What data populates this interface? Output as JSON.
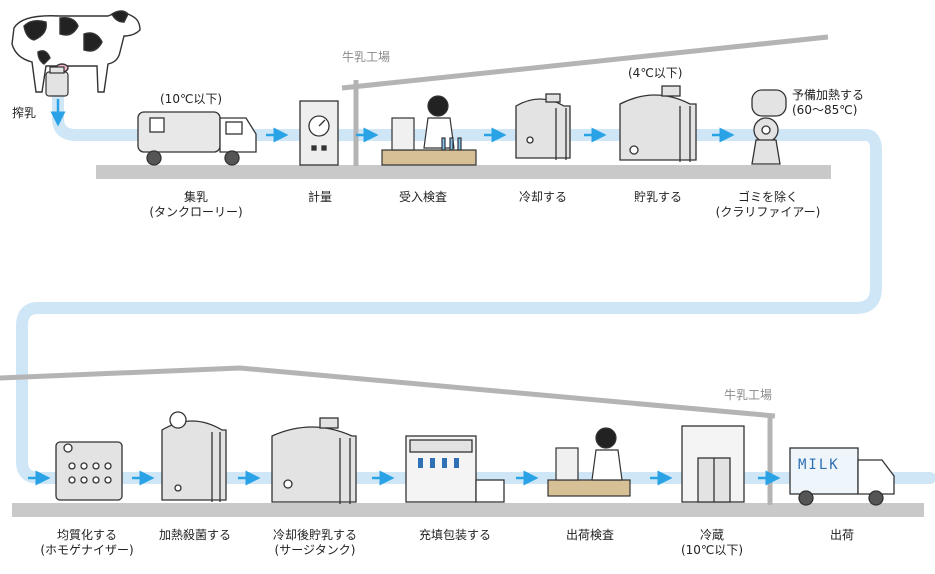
{
  "diagram": {
    "milking_label": "搾乳",
    "factory_label_top": "牛乳工場",
    "factory_label_bottom": "牛乳工場",
    "truck_label": "MILK",
    "temp_notes": {
      "collection": "(10℃以下)",
      "storage": "(4℃以下)"
    },
    "row1_steps": [
      {
        "name": "集乳",
        "sub": "(タンクローリー)"
      },
      {
        "name": "計量",
        "sub": ""
      },
      {
        "name": "受入検査",
        "sub": ""
      },
      {
        "name": "冷却する",
        "sub": ""
      },
      {
        "name": "貯乳する",
        "sub": ""
      },
      {
        "name": "ゴミを除く",
        "sub": "(クラリファイアー)"
      }
    ],
    "preheat": {
      "name": "予備加熱する",
      "sub": "(60～85℃)"
    },
    "row2_steps": [
      {
        "name": "均質化する",
        "sub": "(ホモゲナイザー)"
      },
      {
        "name": "加熱殺菌する",
        "sub": ""
      },
      {
        "name": "冷却後貯乳する",
        "sub": "(サージタンク)"
      },
      {
        "name": "充填包装する",
        "sub": ""
      },
      {
        "name": "出荷検査",
        "sub": ""
      },
      {
        "name": "冷蔵",
        "sub": "(10℃以下)"
      },
      {
        "name": "出荷",
        "sub": ""
      }
    ],
    "colors": {
      "flow_line": "#cfe6f6",
      "arrow": "#29a3e6",
      "ground": "#c9c9c9",
      "roof": "#b4b4b4",
      "ink": "#333333",
      "tank": "#e3e3e3",
      "wood": "#d7bf96"
    }
  }
}
